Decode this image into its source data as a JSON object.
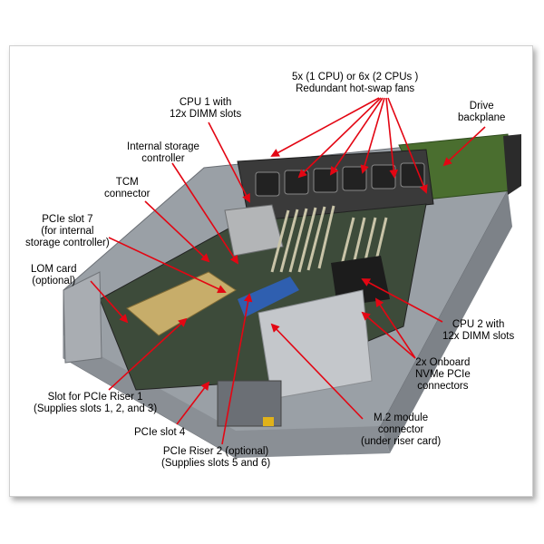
{
  "labels": {
    "fans": {
      "line1": "5x (1 CPU) or 6x (2 CPUs )",
      "line2": "Redundant hot-swap fans"
    },
    "drive": {
      "line1": "Drive",
      "line2": "backplane"
    },
    "cpu1": {
      "line1": "CPU 1 with",
      "line2": "12x DIMM slots"
    },
    "storage": {
      "line1": "Internal storage",
      "line2": "controller"
    },
    "tcm": {
      "line1": "TCM",
      "line2": "connector"
    },
    "pcie7": {
      "line1": "PCIe slot 7",
      "line2": "(for internal",
      "line3": "storage controller)"
    },
    "lom": {
      "line1": "LOM card",
      "line2": "(optional)"
    },
    "cpu2": {
      "line1": "CPU 2 with",
      "line2": "12x DIMM slots"
    },
    "nvme": {
      "line1": "2x Onboard",
      "line2": "NVMe PCIe",
      "line3": "connectors"
    },
    "riser1": {
      "line1": "Slot for PCIe Riser 1",
      "line2": "(Supplies slots 1, 2, and 3)"
    },
    "pcie4": {
      "line1": "PCIe slot 4"
    },
    "m2": {
      "line1": "M.2 module",
      "line2": "connector",
      "line3": "(under riser card)"
    },
    "riser2": {
      "line1": "PCIe Riser 2 (optional)",
      "line2": "(Supplies slots 5 and 6)"
    }
  },
  "colors": {
    "leader": "#e30613",
    "chassis": "#b8bcc2",
    "chassis_dark": "#5a5e64",
    "fan": "#2a2a2a",
    "board": "#3e4a3c",
    "dimm": "#e8e4d2",
    "heatsink": "#a7a9ab",
    "blue": "#2f5fb0",
    "yellow": "#e0b21a"
  }
}
